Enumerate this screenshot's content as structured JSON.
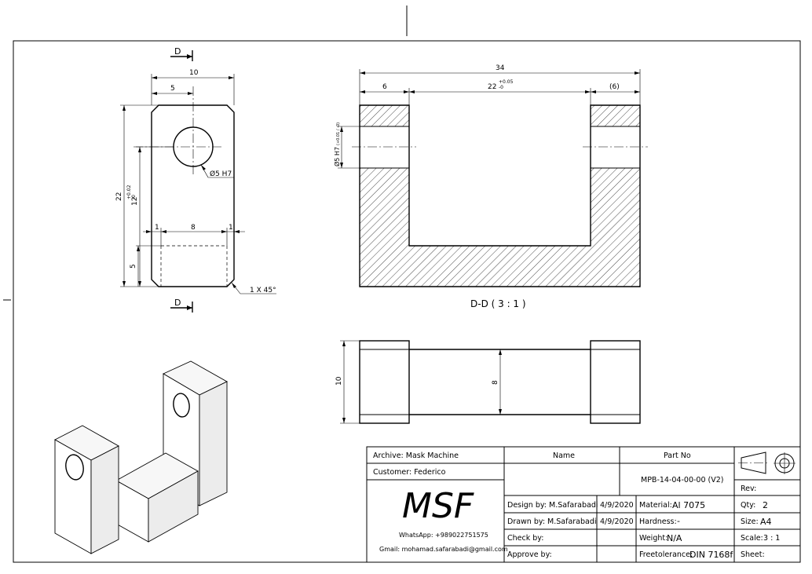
{
  "front_view": {
    "section_mark": "D",
    "dim_width": "10",
    "dim_half_width": "5",
    "dim_height": "22",
    "dim_hole_height": "12",
    "dim_hole_height_tol_upper": "+0.02",
    "dim_hole_height_tol_lower": "-0",
    "dim_slot_width": "8",
    "dim_edge_left": "1",
    "dim_edge_right": "1",
    "dim_base": "5",
    "hole_callout": "Ø5 H7",
    "chamfer_callout": "1 X 45°"
  },
  "section_view": {
    "dim_overall": "34",
    "dim_left": "6",
    "dim_inner": "22",
    "dim_inner_tol_upper": "+0.05",
    "dim_inner_tol_lower": "-0",
    "dim_right": "(6)",
    "dim_hole": "Ø5 H7",
    "dim_hole_tol": "(+0.01 / -0)",
    "caption": "D-D ( 3 : 1 )"
  },
  "top_view": {
    "dim_height": "10",
    "dim_inner": "8"
  },
  "title_block": {
    "archive": "Archive: Mask Machine",
    "customer": "Customer: Federico",
    "logo": "MSF",
    "whatsapp": "WhatsApp: +989022751575",
    "gmail": "Gmail: mohamad.safarabadi@gmail.com",
    "name_header": "Name",
    "part_no_header": "Part No",
    "part_no": "MPB-14-04-00-00 (V2)",
    "design_by": "Design by: M.Safarabadi",
    "design_date": "4/9/2020",
    "drawn_by": "Drawn by: M.Safarabadi",
    "drawn_date": "4/9/2020",
    "check_by": "Check by:",
    "approve_by": "Approve by:",
    "material_label": "Material:",
    "material_value": "Al 7075",
    "hardness_label": "Hardness:",
    "hardness_value": "-",
    "weight_label": "Weight:",
    "weight_value": "N/A",
    "freetol_label": "Freetolerance:",
    "freetol_value": "DIN 7168f",
    "rev": "Rev:",
    "qty_label": "Qty:",
    "qty_value": "2",
    "size_label": "Size:",
    "size_value": "A4",
    "scale_label": "Scale:",
    "scale_value": "3 : 1",
    "sheet": "Sheet:"
  }
}
